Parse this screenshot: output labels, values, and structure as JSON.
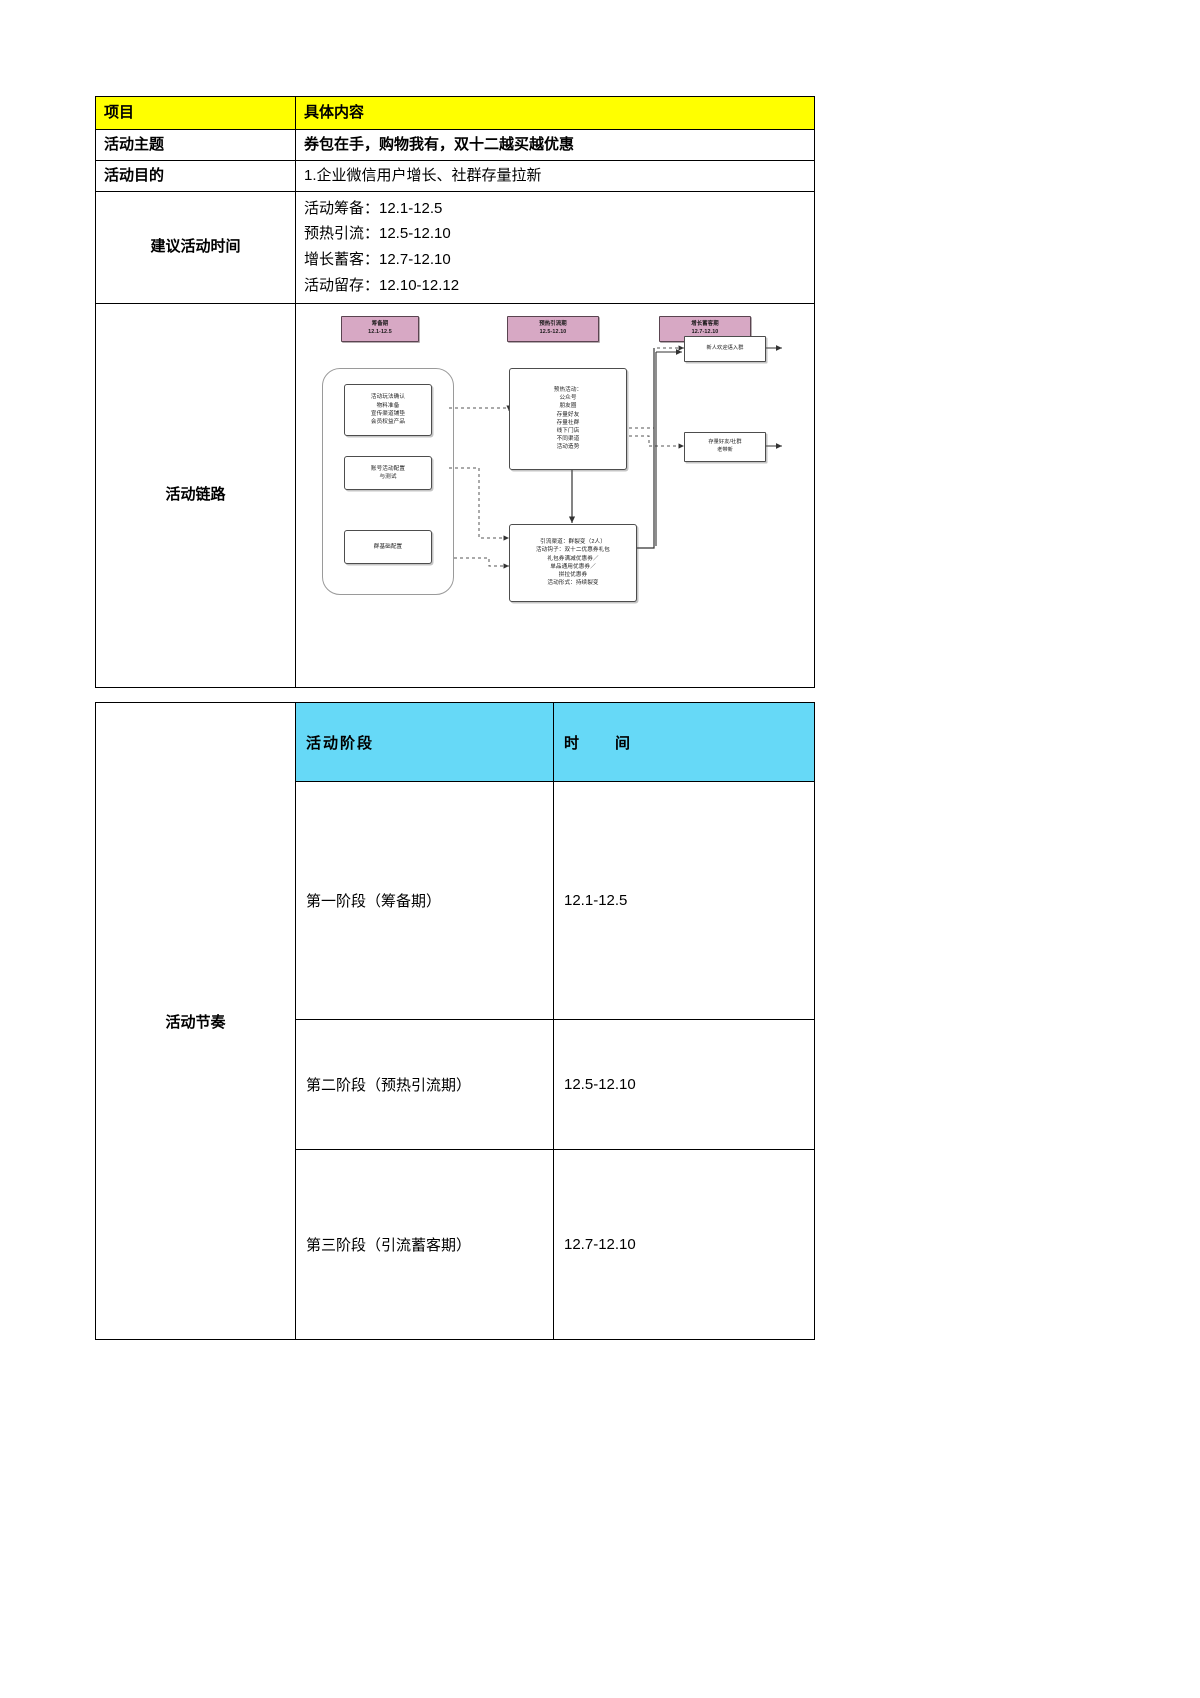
{
  "top_table": {
    "header": {
      "item": "项目",
      "detail": "具体内容"
    },
    "rows": [
      {
        "label": "活动主题",
        "value": "券包在手，购物我有，双十二越买越优惠"
      },
      {
        "label": "活动目的",
        "value": "1.企业微信用户增长、社群存量拉新"
      }
    ],
    "suggested_time": {
      "label": "建议活动时间",
      "lines": [
        "活动筹备：12.1-12.5",
        "预热引流：12.5-12.10",
        "增长蓄客：12.7-12.10",
        "活动留存：12.10-12.12"
      ]
    },
    "chain": {
      "label": "活动链路"
    }
  },
  "flow": {
    "phases": [
      {
        "title": "筹备期",
        "date": "12.1-12.5"
      },
      {
        "title": "预热引流期",
        "date": "12.5-12.10"
      },
      {
        "title": "增长蓄客期",
        "date": "12.7-12.10"
      }
    ],
    "prep_boxes": [
      {
        "lines": [
          "活动玩法确认",
          "物料准备",
          "宣传渠道铺垫",
          "会员权益产品"
        ]
      },
      {
        "lines": [
          "账号活动配置",
          "与测试"
        ]
      },
      {
        "lines": [
          "群基础配置"
        ]
      }
    ],
    "warmup_box": {
      "lines": [
        "预热活动：",
        "公众号",
        "朋友圈",
        "存量好友",
        "存量社群",
        "线下门店",
        "不同渠道",
        "活动造势"
      ]
    },
    "fission_box": {
      "lines": [
        "引流渠道：群裂变（2人）",
        "活动钩子：双十二优惠券礼包",
        "礼包券满减优惠券／",
        "单品通用优惠券／",
        "拼拉优惠券",
        "活动形式：持续裂变"
      ]
    },
    "result_boxes": [
      {
        "lines": [
          "新人欢迎语入群"
        ]
      },
      {
        "lines": [
          "存量好友/社群",
          "老带新"
        ]
      }
    ]
  },
  "bottom_table": {
    "row_label": "活动节奏",
    "header": {
      "stage": "活动阶段",
      "time": "时　　间"
    },
    "rows": [
      {
        "stage": "第一阶段（筹备期）",
        "time": "12.1-12.5"
      },
      {
        "stage": "第二阶段（预热引流期）",
        "time": "12.5-12.10"
      },
      {
        "stage": "第三阶段（引流蓄客期）",
        "time": "12.7-12.10"
      }
    ]
  },
  "colors": {
    "header_yellow": "#ffff00",
    "stage_blue": "#66d9f7",
    "phase_pink": "#d7a8c4",
    "border": "#000000"
  }
}
